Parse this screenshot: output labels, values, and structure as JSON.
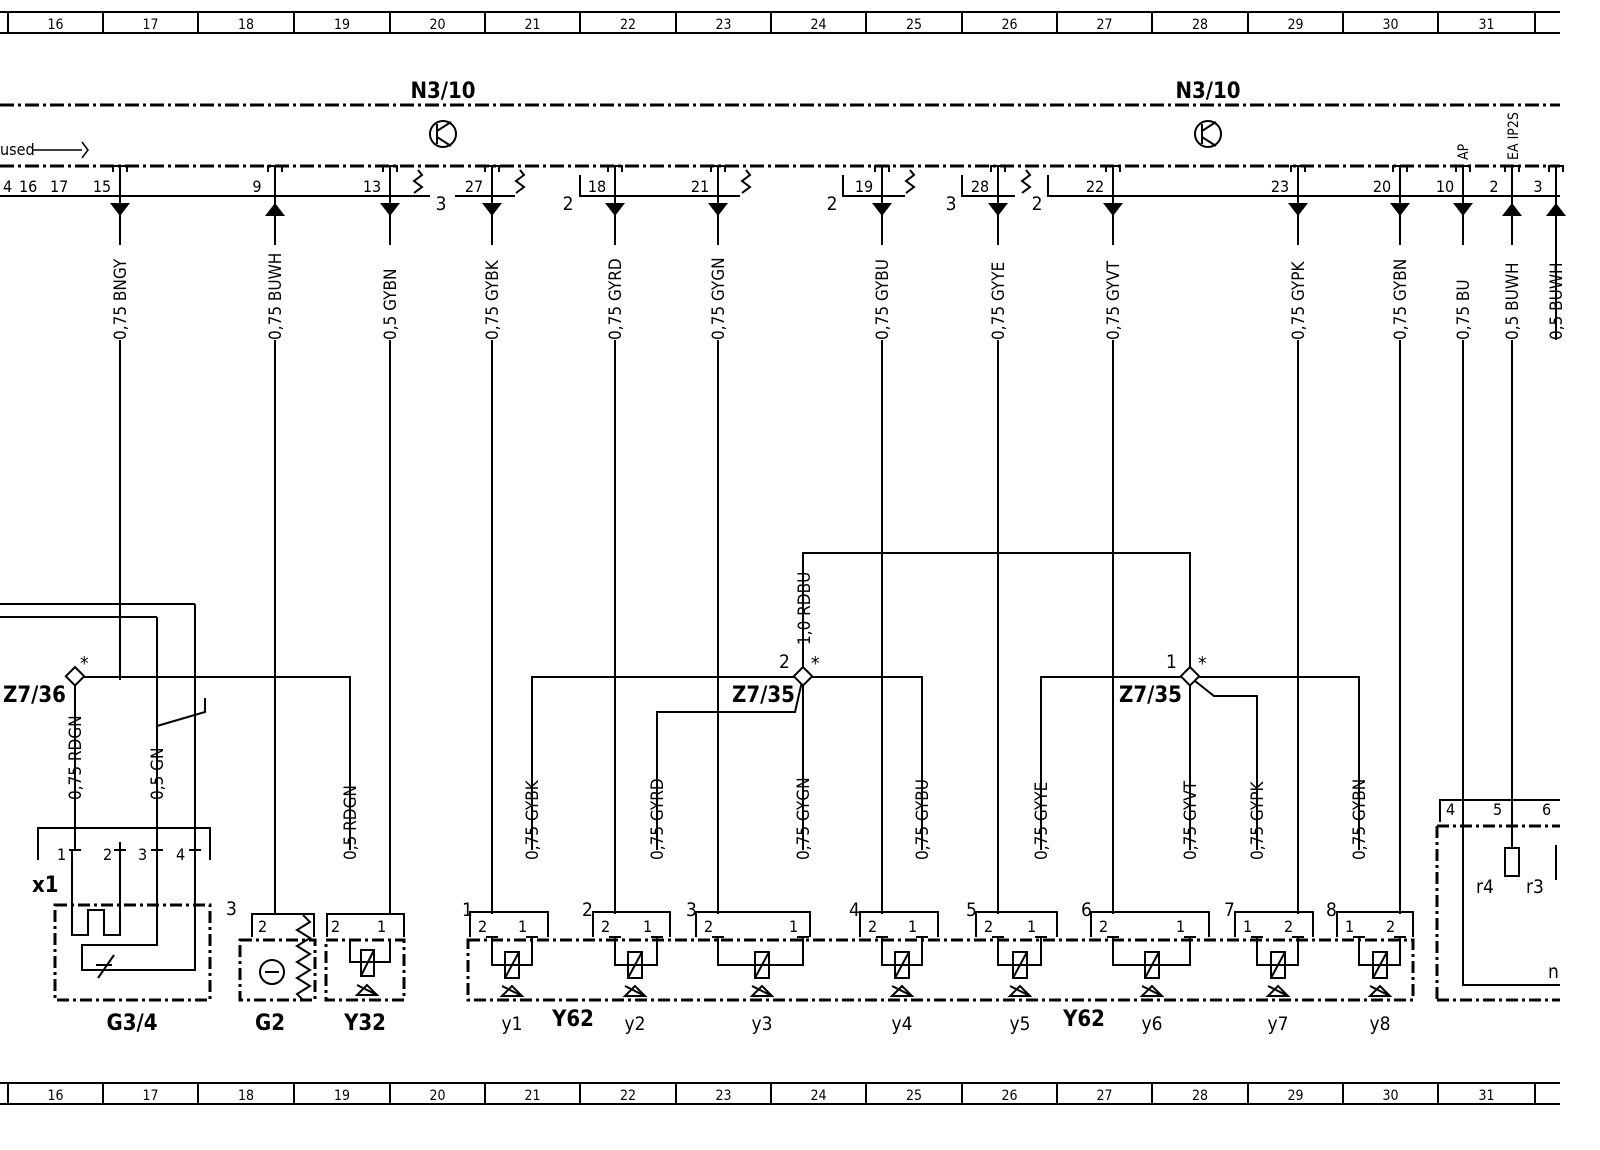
{
  "grid_numbers": [
    "16",
    "17",
    "18",
    "19",
    "20",
    "21",
    "22",
    "23",
    "24",
    "25",
    "26",
    "27",
    "28",
    "29",
    "30",
    "31"
  ],
  "module": {
    "label_left": "N3/10",
    "label_right": "N3/10",
    "unused_text": "used",
    "left_partial_pins": [
      "4",
      "16",
      "17"
    ],
    "side_labels": [
      "AP",
      "EA IP2S"
    ]
  },
  "group_numbers": {
    "a": "3",
    "b": "2",
    "c": "2",
    "d": "3",
    "e": "2"
  },
  "wires": [
    {
      "label": "0,75  BNGY",
      "pin": "15"
    },
    {
      "label": "0,75  BUWH",
      "pin": "9"
    },
    {
      "label": "0,5  GYBN",
      "pin": "13"
    },
    {
      "label": "0,75  GYBK",
      "pin": "27"
    },
    {
      "label": "0,75  GYRD",
      "pin": "18"
    },
    {
      "label": "0,75  GYGN",
      "pin": "21"
    },
    {
      "label": "0,75  GYBU",
      "pin": "19"
    },
    {
      "label": "0,75  GYYE",
      "pin": "28"
    },
    {
      "label": "0,75  GYVT",
      "pin": "22"
    },
    {
      "label": "0,75  GYPK",
      "pin": "23"
    },
    {
      "label": "0,75  GYBN",
      "pin": "20"
    },
    {
      "label": "0,75  BU",
      "pin": "10"
    },
    {
      "label": "0,5  BUWH",
      "pin": "2"
    },
    {
      "label": "0,5  BUWH",
      "pin": "3"
    }
  ],
  "bottom_wires": [
    "0,75  RDGN",
    "0,5  GN",
    "0,5  RDGN",
    "0,75  GYBK",
    "0,75  GYRD",
    "0,75  GYGN",
    "0,75  GYBU",
    "0,75  GYYE",
    "0,75  GYVT",
    "0,75  GYPK",
    "0,75  GYBN"
  ],
  "bus_wire": "1,0  RDBU",
  "splices": {
    "z736": {
      "name": "Z7/36",
      "mark": "*"
    },
    "z735a": {
      "name": "Z7/35",
      "num": "2",
      "mark": "*"
    },
    "z735b": {
      "name": "Z7/35",
      "num": "1",
      "mark": "*"
    }
  },
  "components": {
    "g34": {
      "name": "G3/4",
      "connector": "x1",
      "pins": [
        "1",
        "2",
        "3",
        "4"
      ]
    },
    "g2": {
      "name": "G2",
      "pos": "3",
      "pins": [
        "2"
      ]
    },
    "y32": {
      "name": "Y32",
      "pins": [
        "2",
        "1"
      ]
    },
    "y62": {
      "name": "Y62",
      "name2": "Y62"
    },
    "right": {
      "pins": [
        "4",
        "5",
        "6"
      ],
      "resistors": [
        "r4",
        "r3"
      ],
      "partial": "n"
    }
  },
  "valves": [
    {
      "num": "1",
      "label": "y1",
      "pins": [
        "2",
        "1"
      ]
    },
    {
      "num": "2",
      "label": "y2",
      "pins": [
        "2",
        "1"
      ]
    },
    {
      "num": "3",
      "label": "y3",
      "pins": [
        "2",
        "1"
      ]
    },
    {
      "num": "4",
      "label": "y4",
      "pins": [
        "2",
        "1"
      ]
    },
    {
      "num": "5",
      "label": "y5",
      "pins": [
        "2",
        "1"
      ]
    },
    {
      "num": "6",
      "label": "y6",
      "pins": [
        "2",
        "1"
      ]
    },
    {
      "num": "7",
      "label": "y7",
      "pins": [
        "1",
        "2"
      ]
    },
    {
      "num": "8",
      "label": "y8",
      "pins": [
        "1",
        "2"
      ]
    }
  ]
}
